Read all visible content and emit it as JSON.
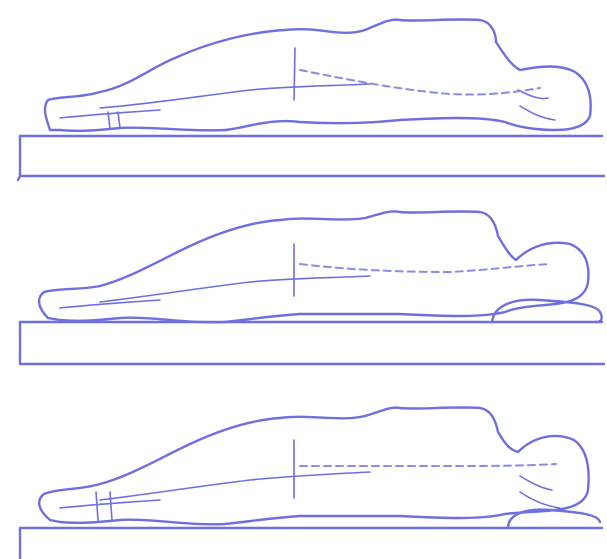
{
  "colors": {
    "ink": "#6f6fe0",
    "ink_light": "#8a8ae8",
    "background": "#ffffff"
  },
  "panels": [
    {
      "pillow": "none",
      "spine_alignment": "sagging"
    },
    {
      "pillow": "high",
      "spine_alignment": "bent-upward"
    },
    {
      "pillow": "correct",
      "spine_alignment": "straight"
    }
  ]
}
